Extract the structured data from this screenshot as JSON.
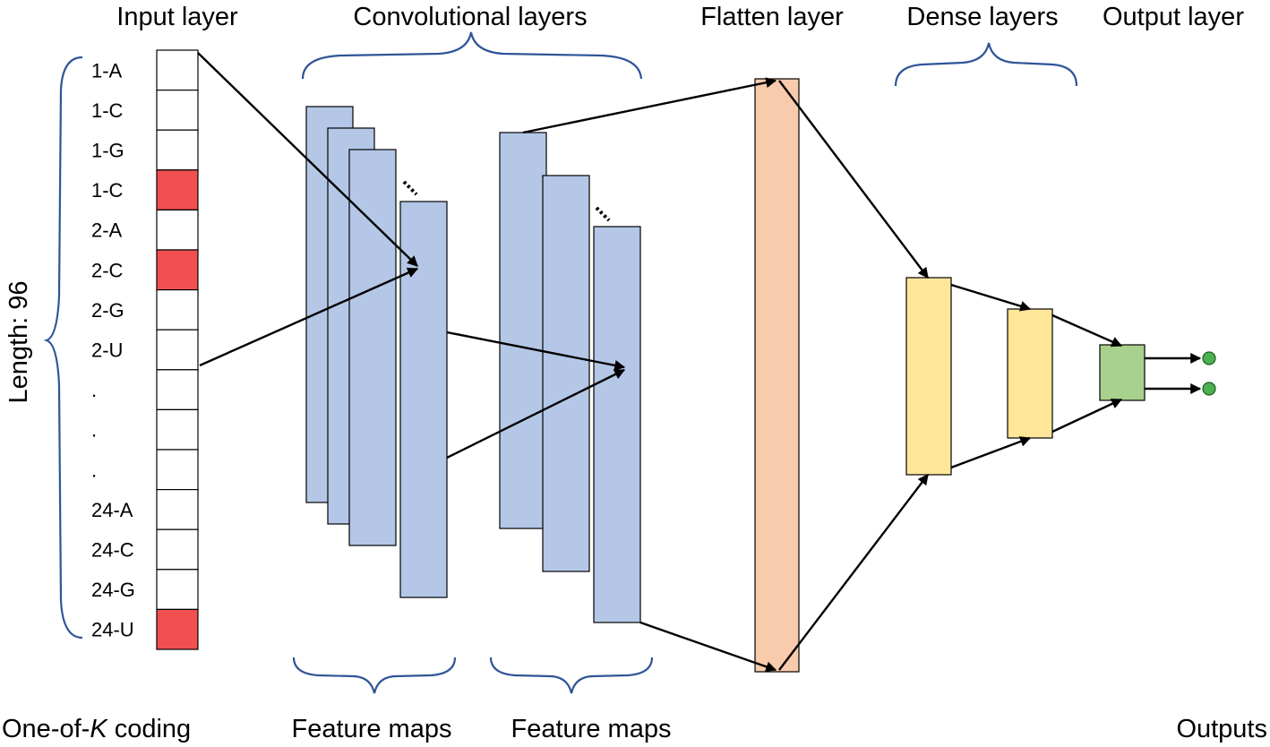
{
  "headings": {
    "input": "Input layer",
    "conv": "Convolutional layers",
    "flatten": "Flatten layer",
    "dense": "Dense layers",
    "output": "Output layer"
  },
  "footers": {
    "coding_prefix": "One-of-",
    "coding_k": "K",
    "coding_suffix": " coding",
    "fmaps1": "Feature maps",
    "fmaps2": "Feature maps",
    "outputs": "Outputs"
  },
  "length_label": "Length: 96",
  "input_rows": [
    {
      "label": "1-A",
      "active": false
    },
    {
      "label": "1-C",
      "active": false
    },
    {
      "label": "1-G",
      "active": false
    },
    {
      "label": "1-C",
      "active": true
    },
    {
      "label": "2-A",
      "active": false
    },
    {
      "label": "2-C",
      "active": true
    },
    {
      "label": "2-G",
      "active": false
    },
    {
      "label": "2-U",
      "active": false
    },
    {
      "label": ".",
      "active": false
    },
    {
      "label": ".",
      "active": false
    },
    {
      "label": ".",
      "active": false
    },
    {
      "label": "24-A",
      "active": false
    },
    {
      "label": "24-C",
      "active": false
    },
    {
      "label": "24-G",
      "active": false
    },
    {
      "label": "24-U",
      "active": true
    }
  ],
  "colors": {
    "active_cell": "#f05050",
    "inactive_cell": "#ffffff",
    "feature_map": "#b4c7e7",
    "flatten": "#f8cbad",
    "dense": "#ffe699",
    "output": "#a9d18e",
    "output_node": "#4caf50",
    "brace": "#2f5597"
  }
}
